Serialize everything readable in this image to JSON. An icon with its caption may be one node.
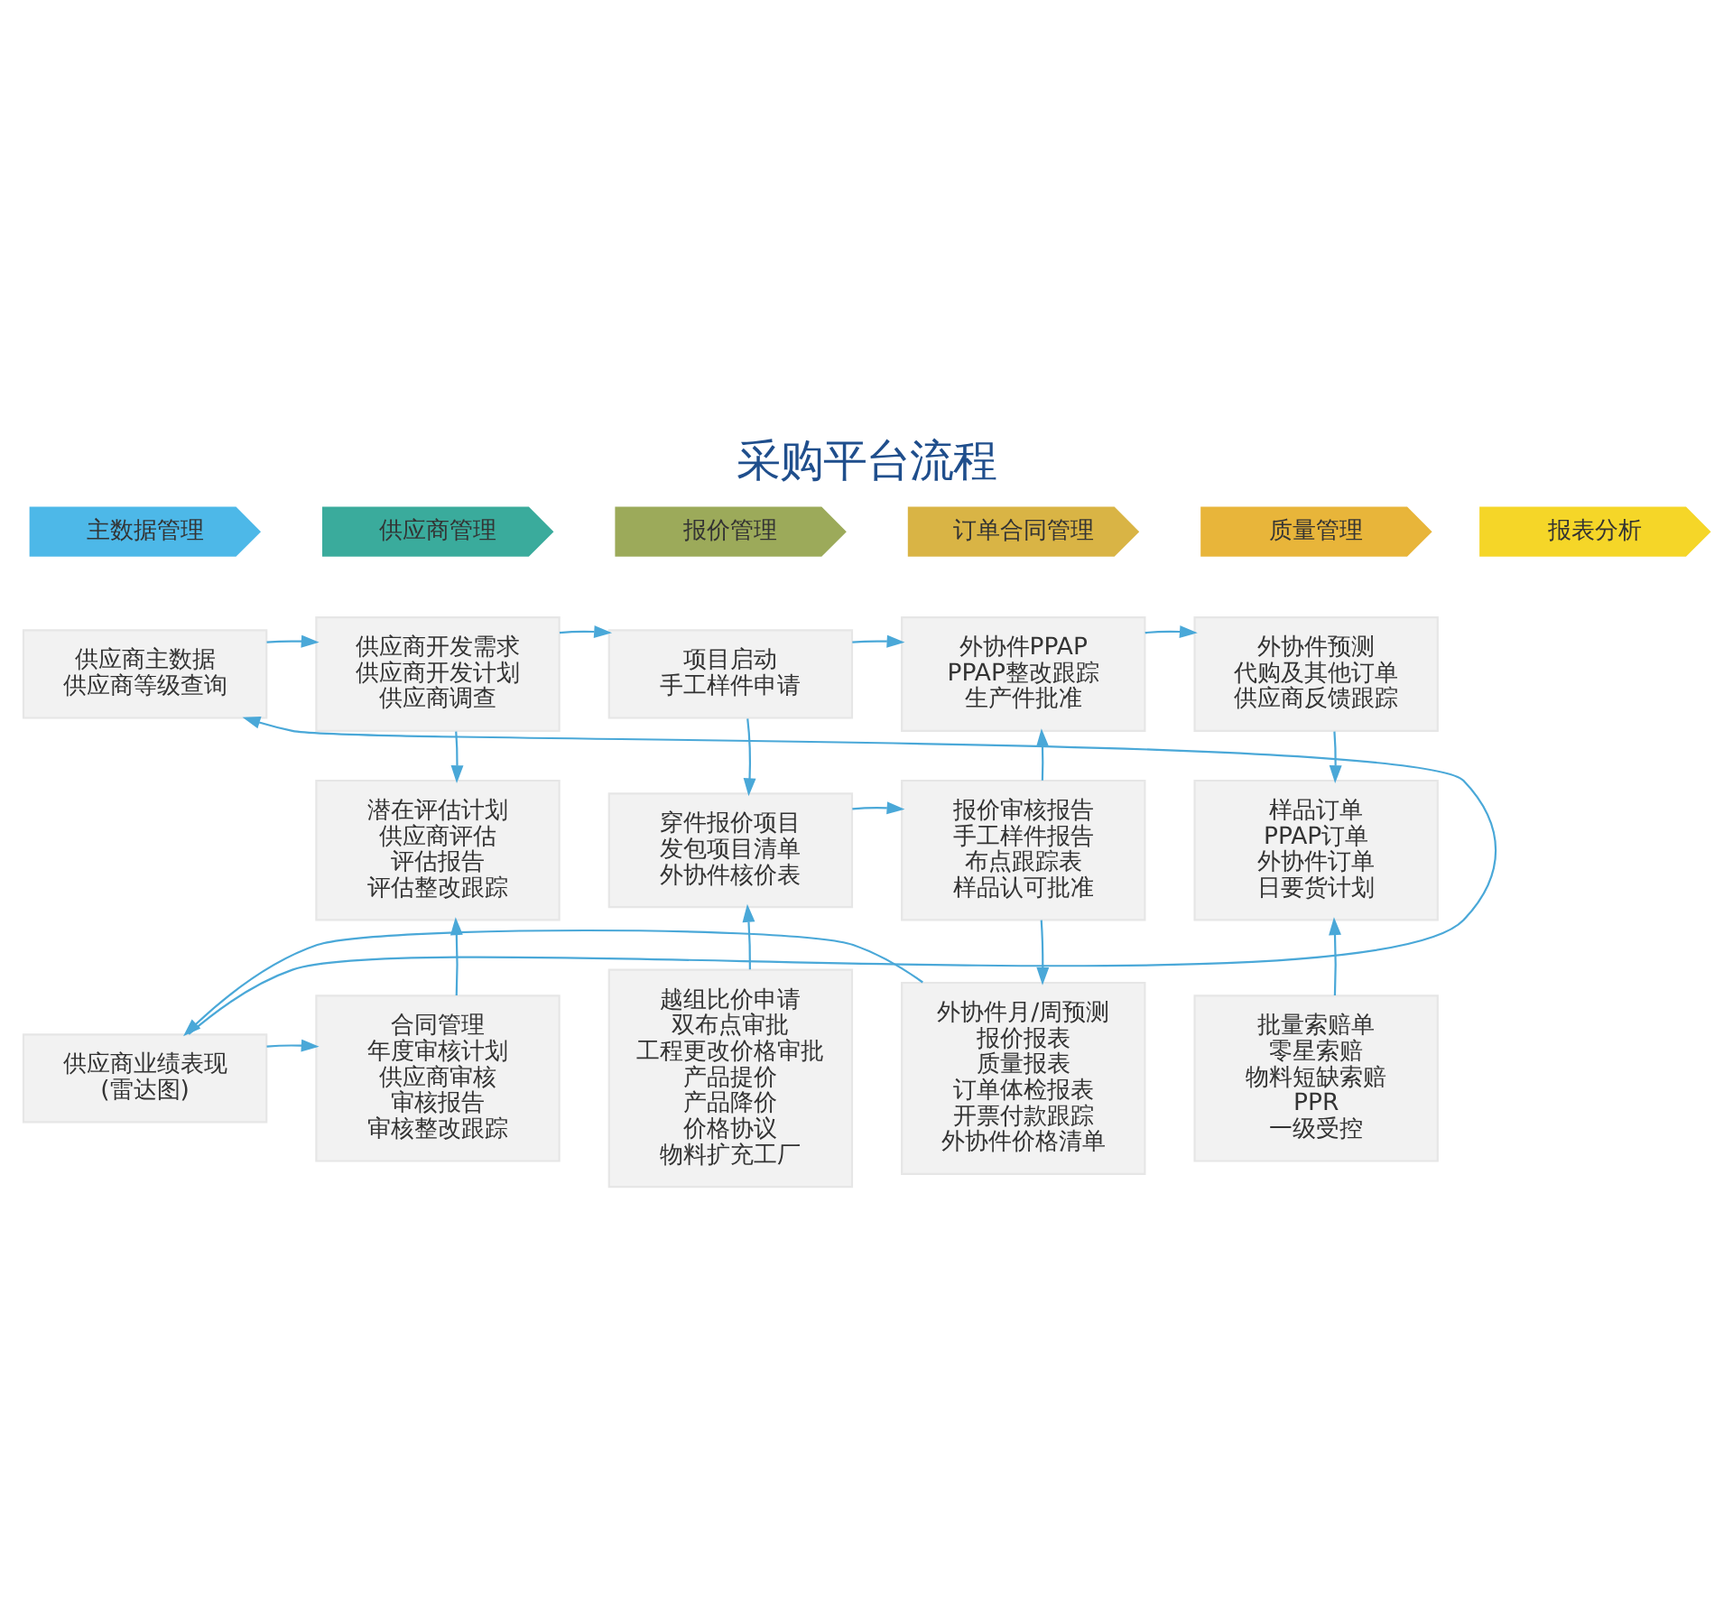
{
  "diagram": {
    "title": "采购平台流程",
    "nodes": [
      {
        "text": [
          "主数据管理"
        ]
      },
      {
        "text": [
          "供应商管理"
        ]
      },
      {
        "text": [
          "报价管理"
        ]
      },
      {
        "text": [
          "订单合同管理"
        ]
      },
      {
        "text": [
          "质量管理"
        ]
      },
      {
        "text": [
          "报表分析"
        ]
      },
      {
        "text": [
          "供应商主数据",
          "供应商等级查询"
        ]
      },
      {
        "text": [
          "供应商开发需求",
          "供应商开发计划",
          "供应商调查"
        ]
      },
      {
        "text": [
          "项目启动",
          "手工样件申请"
        ]
      },
      {
        "text": [
          "外协件PPAP",
          "PPAP整改跟踪",
          "生产件批准"
        ]
      },
      {
        "text": [
          "外协件预测",
          "代购及其他订单",
          "供应商反馈跟踪"
        ]
      },
      {
        "text": [
          "潜在评估计划",
          "供应商评估",
          "评估报告",
          "评估整改跟踪"
        ]
      },
      {
        "text": [
          "穿件报价项目",
          "发包项目清单",
          "外协件核价表"
        ]
      },
      {
        "text": [
          "报价审核报告",
          "手工样件报告",
          "布点跟踪表",
          "样品认可批准"
        ]
      },
      {
        "text": [
          "样品订单",
          "PPAP订单",
          "外协件订单",
          "日要货计划"
        ]
      },
      {
        "text": [
          "供应商业绩表现",
          "(雷达图)"
        ]
      },
      {
        "text": [
          "合同管理",
          "年度审核计划",
          "供应商审核",
          "审核报告",
          "审核整改跟踪"
        ]
      },
      {
        "text": [
          "越组比价申请",
          "双布点审批",
          "工程更改价格审批",
          "产品提价",
          "产品降价",
          "价格协议",
          "物料扩充工厂"
        ]
      },
      {
        "text": [
          "外协件月/周预测",
          "报价报表",
          "质量报表",
          "订单体检报表",
          "开票付款跟踪",
          "外协件价格清单"
        ]
      },
      {
        "text": [
          "批量索赔单",
          "零星索赔",
          "物料短缺索赔",
          "PPR",
          "一级受控"
        ]
      }
    ],
    "edges": [
      {
        "from": 6,
        "to": 7,
        "arrow": "to"
      },
      {
        "from": 7,
        "to": 8,
        "arrow": "to"
      },
      {
        "from": 8,
        "to": 9,
        "arrow": "to"
      },
      {
        "from": 9,
        "to": 10,
        "arrow": "to"
      },
      {
        "from": 7,
        "to": 11,
        "arrow": "to"
      },
      {
        "from": 16,
        "to": 11,
        "arrow": "to"
      },
      {
        "from": 15,
        "to": 16,
        "arrow": "to"
      },
      {
        "from": 15,
        "to": 6,
        "arrow": "to"
      },
      {
        "from": 8,
        "to": 12,
        "arrow": "to"
      },
      {
        "from": 17,
        "to": 12,
        "arrow": "to"
      },
      {
        "from": 12,
        "to": 13,
        "arrow": "to"
      },
      {
        "from": 13,
        "to": 9,
        "arrow": "to"
      },
      {
        "from": 13,
        "to": 18,
        "arrow": "to"
      },
      {
        "from": 18,
        "to": 15,
        "arrow": "to"
      },
      {
        "from": 10,
        "to": 14,
        "arrow": "to"
      },
      {
        "from": 19,
        "to": 14,
        "arrow": "to"
      }
    ]
  }
}
